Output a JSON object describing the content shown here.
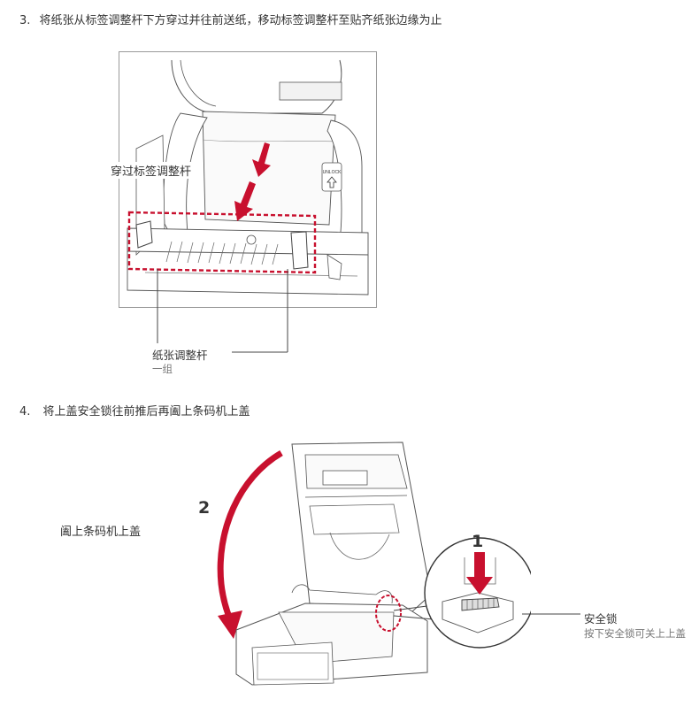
{
  "step3": {
    "number": "3.",
    "text": "将纸张从标签调整杆下方穿过并往前送纸，移动标签调整杆至贴齐纸张边缘为止",
    "callout_red": "穿过标签调整杆",
    "label_main": "纸张调整杆",
    "label_sub": "一组",
    "unlock_text": "UNLOCK"
  },
  "step4": {
    "number": "4.",
    "text": "将上盖安全锁往前推后再阖上条码机上盖",
    "callout_red": "阖上条码机上盖",
    "marker_2": "2",
    "marker_1": "1",
    "label_main": "安全锁",
    "label_sub": "按下安全锁可关上上盖"
  },
  "colors": {
    "accent": "#c8102e",
    "line": "#444444",
    "frame": "#999999"
  }
}
